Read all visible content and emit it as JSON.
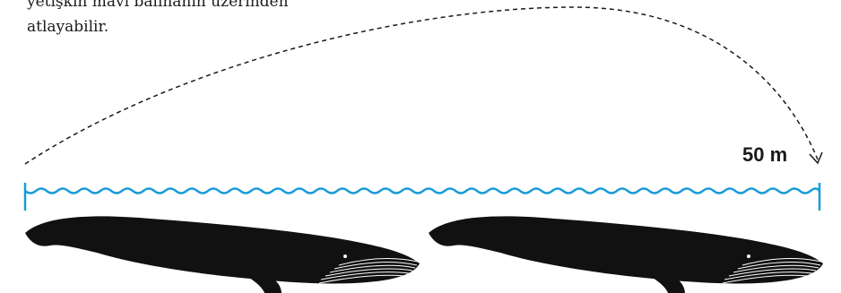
{
  "caption": {
    "line1": "yetişkin mavi balinanın üzerinden",
    "line2": "atlayabilir."
  },
  "distance": {
    "label": "50 m"
  },
  "colors": {
    "water": "#1a9bd7",
    "whale": "#111111",
    "arc": "#1a1a1a",
    "text": "#1a1a1a"
  }
}
